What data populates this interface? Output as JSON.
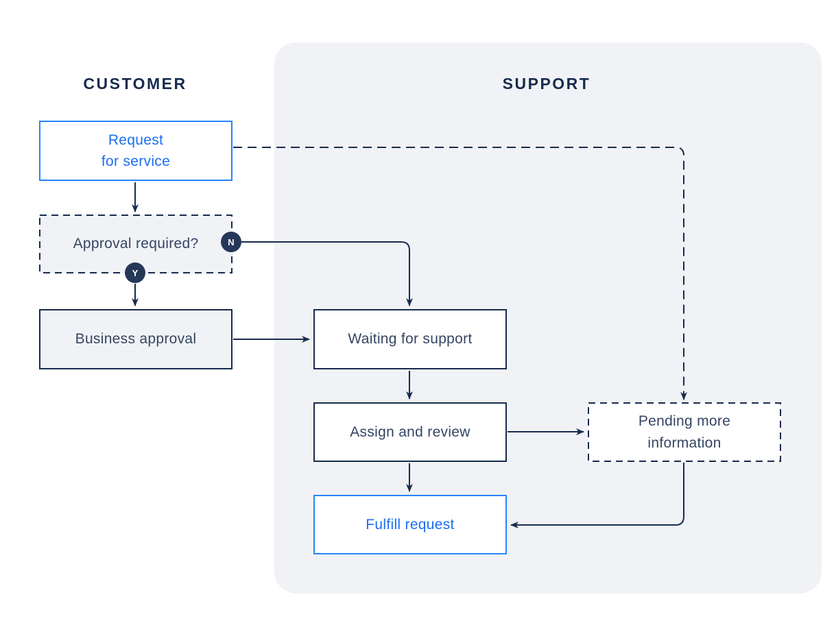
{
  "diagram": {
    "type": "flowchart",
    "lanes": {
      "customer": {
        "label": "CUSTOMER"
      },
      "support": {
        "label": "SUPPORT"
      }
    },
    "nodes": {
      "request_for_service": {
        "label": "Request\nfor service",
        "style": "blue-solid"
      },
      "approval_required": {
        "label": "Approval required?",
        "style": "navy-dashed-grayfill"
      },
      "business_approval": {
        "label": "Business approval",
        "style": "navy-solid-grayfill"
      },
      "waiting_for_support": {
        "label": "Waiting for support",
        "style": "navy-solid"
      },
      "assign_and_review": {
        "label": "Assign and review",
        "style": "navy-solid"
      },
      "fulfill_request": {
        "label": "Fulfill request",
        "style": "blue-solid"
      },
      "pending_more_information": {
        "label": "Pending more\ninformation",
        "style": "navy-dashed"
      }
    },
    "badges": {
      "no": {
        "label": "N"
      },
      "yes": {
        "label": "Y"
      }
    },
    "edges": [
      {
        "from": "request_for_service",
        "to": "approval_required",
        "style": "solid"
      },
      {
        "from": "request_for_service",
        "to": "pending_more_information",
        "style": "dashed"
      },
      {
        "from": "approval_required",
        "to": "business_approval",
        "style": "solid",
        "label": "Y"
      },
      {
        "from": "approval_required",
        "to": "waiting_for_support",
        "style": "solid",
        "label": "N"
      },
      {
        "from": "business_approval",
        "to": "waiting_for_support",
        "style": "solid"
      },
      {
        "from": "waiting_for_support",
        "to": "assign_and_review",
        "style": "solid"
      },
      {
        "from": "assign_and_review",
        "to": "pending_more_information",
        "style": "solid"
      },
      {
        "from": "assign_and_review",
        "to": "fulfill_request",
        "style": "solid"
      },
      {
        "from": "pending_more_information",
        "to": "fulfill_request",
        "style": "solid"
      }
    ],
    "colors": {
      "navy": "#172B4D",
      "node_text": "#344563",
      "blue_border": "#2684FF",
      "blue_text": "#1B6EF2",
      "panel_background": "#F1F2F5",
      "gray_node_fill": "#F1F2F5",
      "badge_background": "#253858",
      "page_background": "#FFFFFF"
    }
  }
}
